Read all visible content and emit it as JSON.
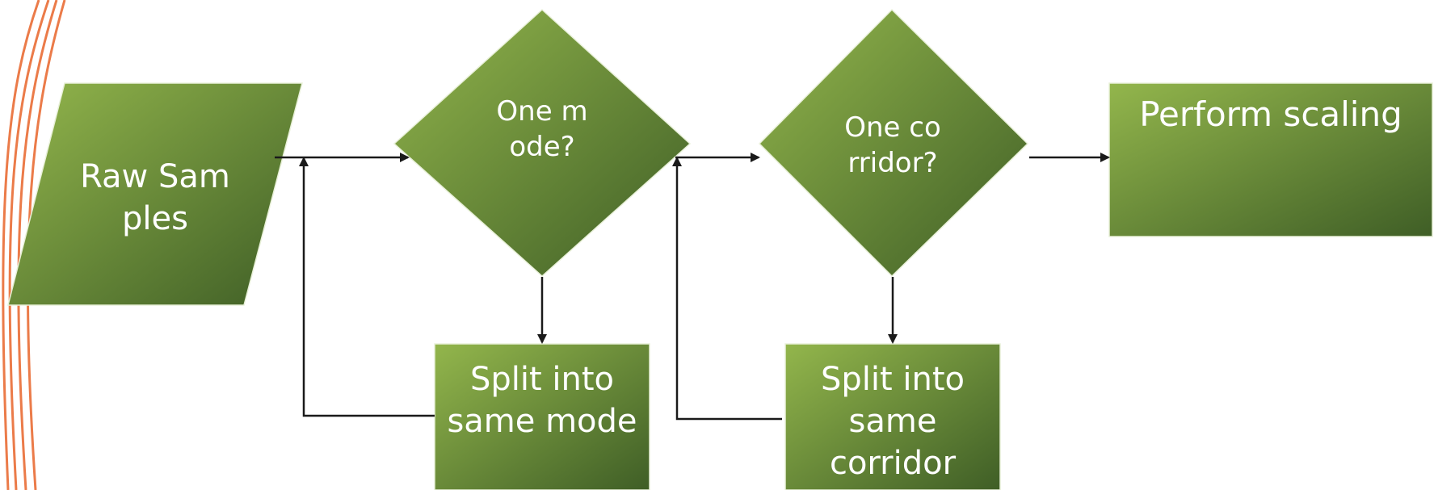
{
  "nodes": {
    "raw_samples": {
      "label": "Raw Samples"
    },
    "one_mode": {
      "label": "One mode?"
    },
    "one_corridor": {
      "label": "One corridor?"
    },
    "perform_scaling": {
      "label": "Perform scaling"
    },
    "split_mode": {
      "label": "Split into same mode"
    },
    "split_corridor": {
      "label": "Split into same corridor"
    }
  },
  "colors": {
    "node_light": "#93b64c",
    "node_dark": "#3f5e26",
    "arrow": "#1a1a1a",
    "swirl": "#e8642a"
  }
}
